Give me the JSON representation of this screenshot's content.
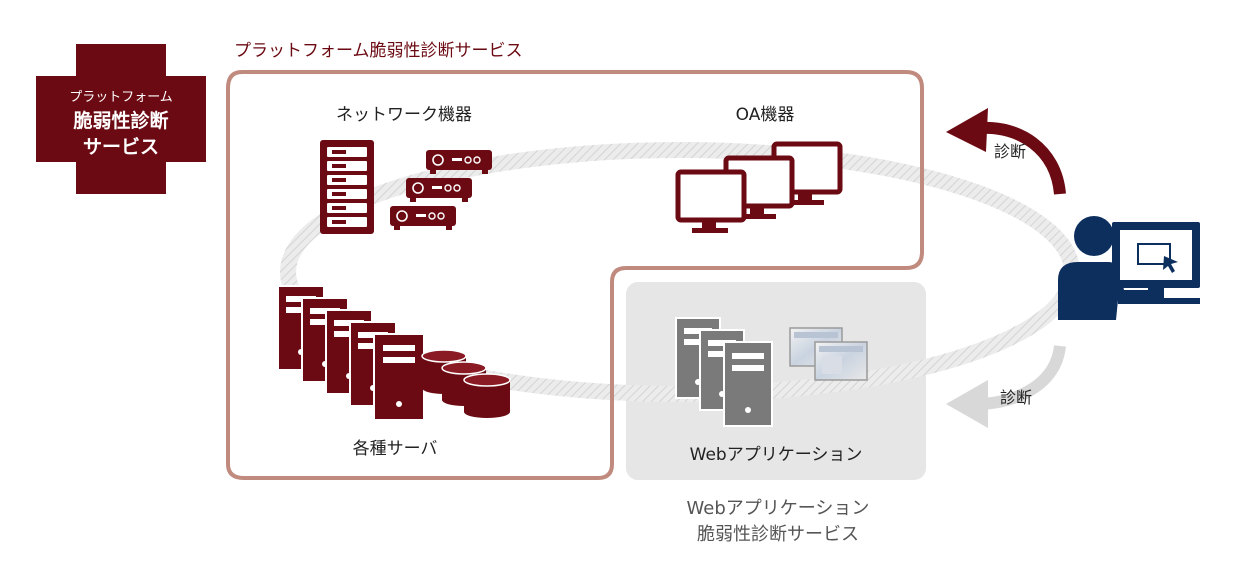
{
  "badge": {
    "line1": "プラットフォーム",
    "line2": "脆弱性診断",
    "line3": "サービス"
  },
  "platform_title": "プラットフォーム脆弱性診断サービス",
  "groups": {
    "network": "ネットワーク機器",
    "oa": "OA機器",
    "servers": "各種サーバ",
    "webapp": "Webアプリケーション"
  },
  "web_service": {
    "line1": "Webアプリケーション",
    "line2": "脆弱性診断サービス"
  },
  "arrows": {
    "top": "診断",
    "bottom": "診断"
  },
  "colors": {
    "maroon": "#6b0a12",
    "frame": "#c08a7e",
    "navy": "#0d2f5e",
    "gray_panel": "#e6e6e6",
    "gray_server": "#7a7a7a"
  }
}
